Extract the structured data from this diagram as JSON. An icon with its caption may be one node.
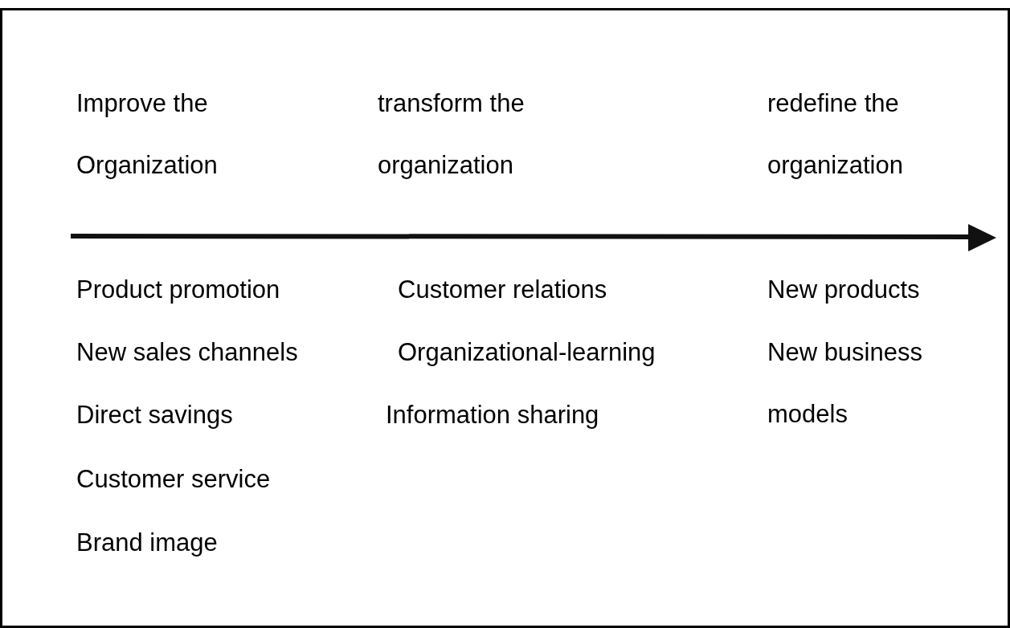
{
  "diagram": {
    "labels": [
      "Improve the Organization",
      "transform the organization",
      "redefine the organization",
      "Product promotion",
      "Customer relations",
      "New products",
      "New sales channels",
      "Organizational-learning",
      "New business models",
      "Direct savings",
      "Information sharing",
      "Customer service",
      "Brand image"
    ]
  }
}
